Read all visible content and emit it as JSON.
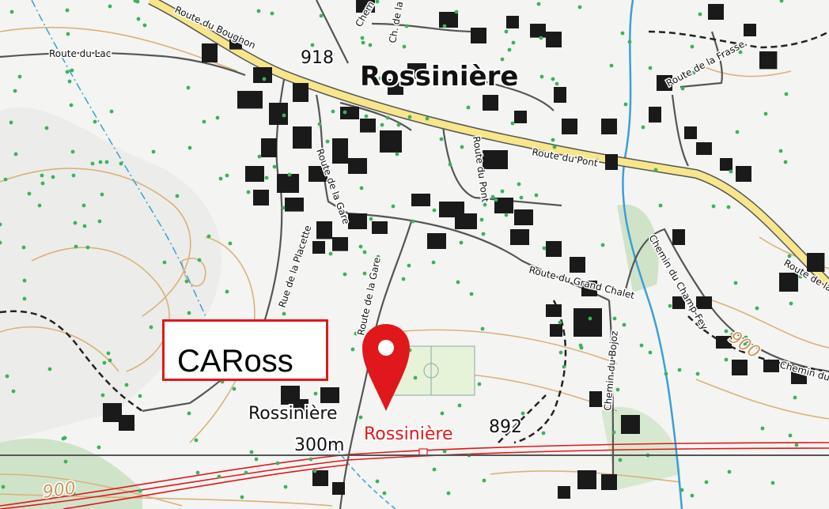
{
  "map": {
    "place_name": "Rossinière",
    "elevation_village": "918",
    "elevation_station": "892",
    "contour_900_a": "900",
    "contour_900_b": "900",
    "station_label": "Rossinière",
    "scale_place": "Rossinière",
    "scale_distance": "300m",
    "roads": {
      "route_du_lac": "Route du Lac",
      "route_du_bougnon": "Route du Bougnon",
      "route_du_pont": "Route du Pont",
      "route_du_pont_2": "Route du Pont",
      "route_de_la_gare": "Route de la Gare",
      "route_de_la_gare_2": "Route de la Gare",
      "rue_de_la_placette": "Rue de la Placette",
      "route_du_grand_chalet": "Route du Grand Chalet",
      "chemin_du_bojoz": "Chemin du Bojoz",
      "chemin_du_champ_fey": "Chemin du Champ-Fey",
      "chemin_du_c": "Chemin du C",
      "route_de_la_frasse": "Route de la Frasse",
      "route_de_la": "Route de la",
      "ch_de": "Ch. de la",
      "chem": "Chem"
    },
    "colors": {
      "background": "#f4f4f2",
      "building": "#1a1a1a",
      "main_road": "#f7e68a",
      "railway": "#e0181b",
      "marker": "#e0181b",
      "river": "#3aa0d8",
      "contour": "#d9b27c",
      "forest_dot": "#3db25a",
      "field": "#e6f3d8"
    }
  },
  "popup": {
    "text": "CARoss"
  },
  "marker": {
    "icon": "map-pin-icon"
  }
}
